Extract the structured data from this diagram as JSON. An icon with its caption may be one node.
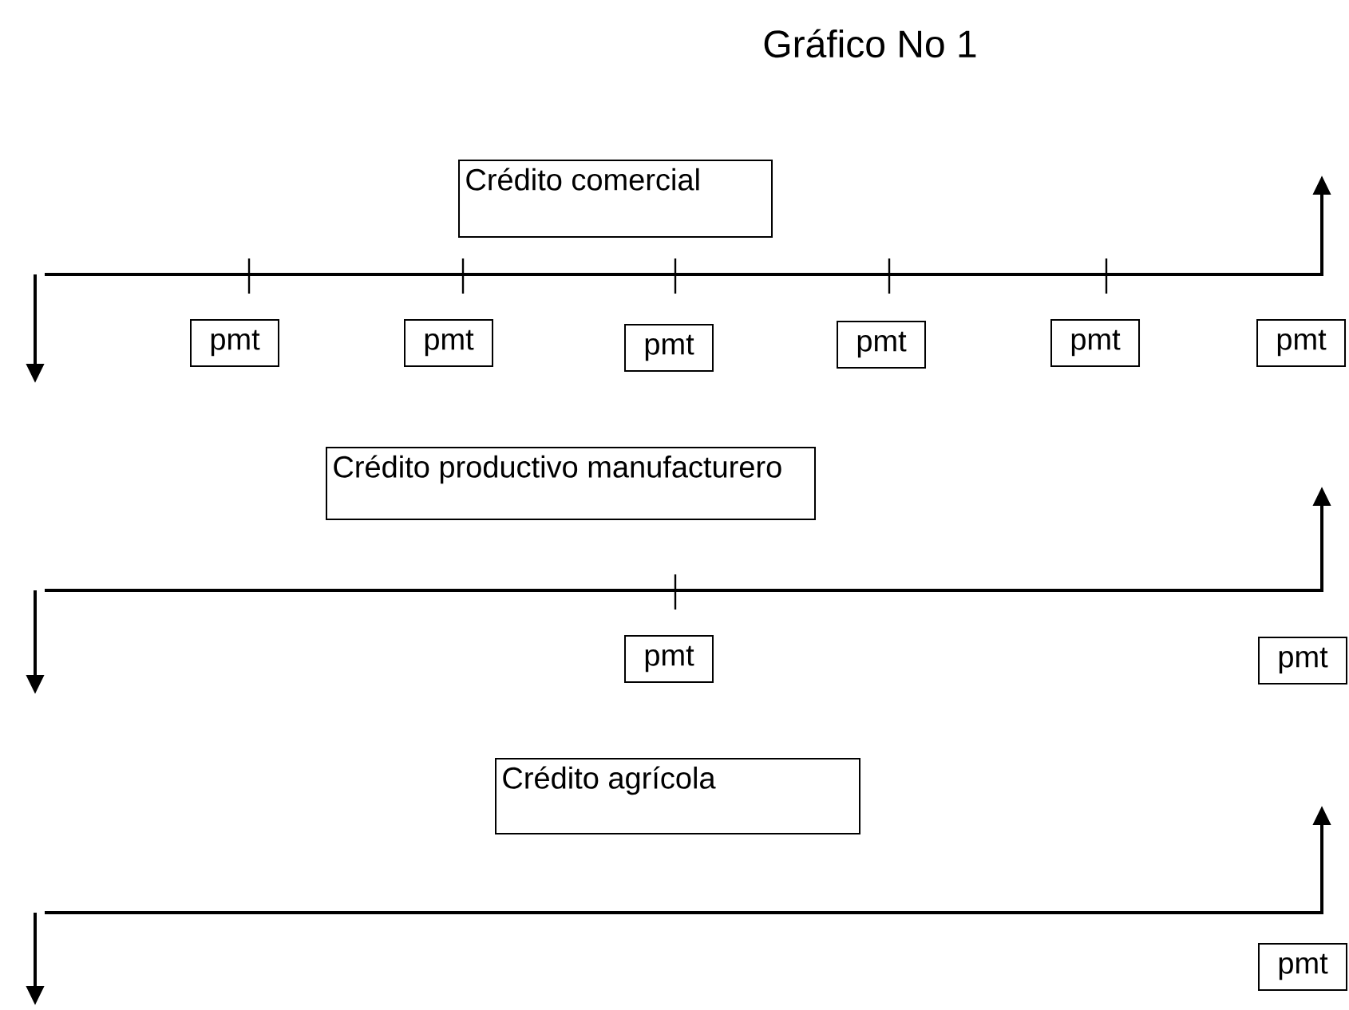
{
  "diagram": {
    "title": "Gráfico No 1",
    "nodes": [
      {
        "text": [
          "Crédito comercial"
        ]
      },
      {
        "text": [
          "pmt"
        ]
      },
      {
        "text": [
          "pmt"
        ]
      },
      {
        "text": [
          "pmt"
        ]
      },
      {
        "text": [
          "pmt"
        ]
      },
      {
        "text": [
          "pmt"
        ]
      },
      {
        "text": [
          "pmt"
        ]
      },
      {
        "text": [
          "Crédito productivo manufacturero"
        ]
      },
      {
        "text": [
          "pmt"
        ]
      },
      {
        "text": [
          "pmt"
        ]
      },
      {
        "text": [
          "Crédito agrícola"
        ]
      },
      {
        "text": [
          "pmt"
        ]
      }
    ]
  }
}
